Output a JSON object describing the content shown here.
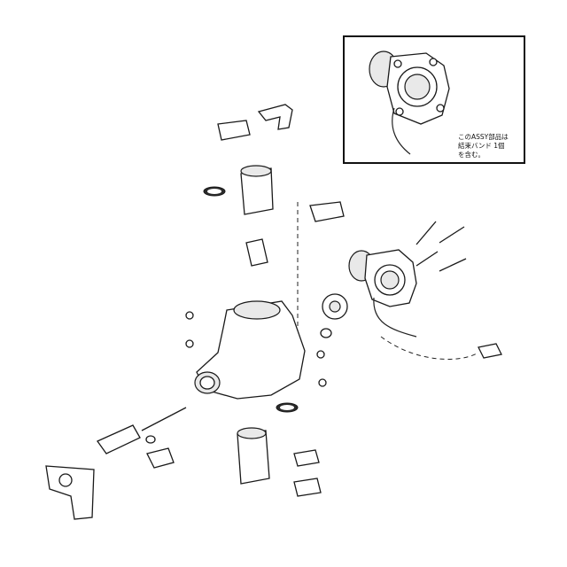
{
  "inset": {
    "note_line1": "このASSY部品は",
    "note_line2": "結束バンド 1個",
    "note_line3": "を含む。"
  }
}
